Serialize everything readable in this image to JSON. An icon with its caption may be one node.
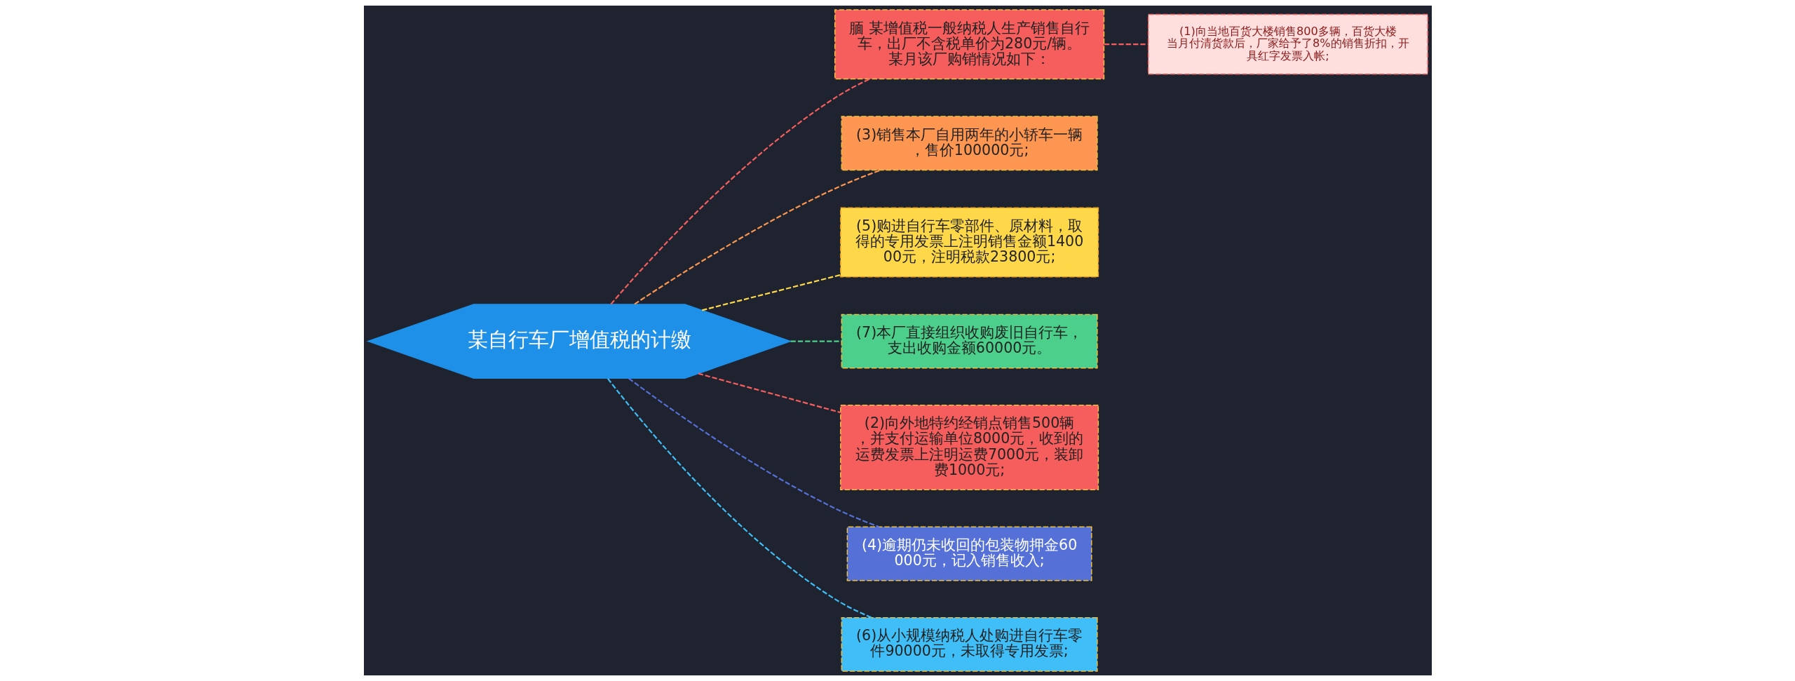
{
  "diagram": {
    "nodes": [
      {
        "text": [
          "某自行车厂增值税的计缴"
        ]
      },
      {
        "text": [
          "腼 某增值税一般纳税人生产销售自行车，出厂不含税单价为280元/辆。某月该厂购销情况如下："
        ]
      },
      {
        "text": [
          "(1)向当地百货大楼销售800多辆，百货大楼当月付清货款后，厂家给予了8%的销售折扣，开具红字发票入帐;"
        ]
      },
      {
        "text": [
          "(3)销售本厂自用两年的小轿车一辆，售价100000元;"
        ]
      },
      {
        "text": [
          "(5)购进自行车零部件、原材料，取得的专用发票上注明销售金额140000元，注明税款23800元;"
        ]
      },
      {
        "text": [
          "(7)本厂直接组织收购废旧自行车，支出收购金额60000元。"
        ]
      },
      {
        "text": [
          "(2)向外地特约经销点销售500辆，并支付运输单位8000元，收到的运费发票上注明运费7000元，装卸费1000元;"
        ]
      },
      {
        "text": [
          "(4)逾期仍未收回的包装物押金60000元，记入销售收入;"
        ]
      },
      {
        "text": [
          "(6)从小规模纳税人处购进自行车零件90000元，未取得专用发票;"
        ]
      }
    ],
    "edges": [
      {
        "from": 0,
        "to": 1,
        "arrow": "none",
        "style": "dashed",
        "color": "#f65e5e"
      },
      {
        "from": 1,
        "to": 2,
        "arrow": "none",
        "style": "dashed",
        "color": "#f65e5e"
      },
      {
        "from": 0,
        "to": 3,
        "arrow": "none",
        "style": "dashed",
        "color": "#fd9650"
      },
      {
        "from": 0,
        "to": 4,
        "arrow": "none",
        "style": "dashed",
        "color": "#ffd84a"
      },
      {
        "from": 0,
        "to": 5,
        "arrow": "none",
        "style": "dashed",
        "color": "#4ccf8a"
      },
      {
        "from": 0,
        "to": 6,
        "arrow": "none",
        "style": "dashed",
        "color": "#f65e5e"
      },
      {
        "from": 0,
        "to": 7,
        "arrow": "none",
        "style": "dashed",
        "color": "#5570d6"
      },
      {
        "from": 0,
        "to": 8,
        "arrow": "none",
        "style": "dashed",
        "color": "#3fbef7"
      }
    ]
  }
}
